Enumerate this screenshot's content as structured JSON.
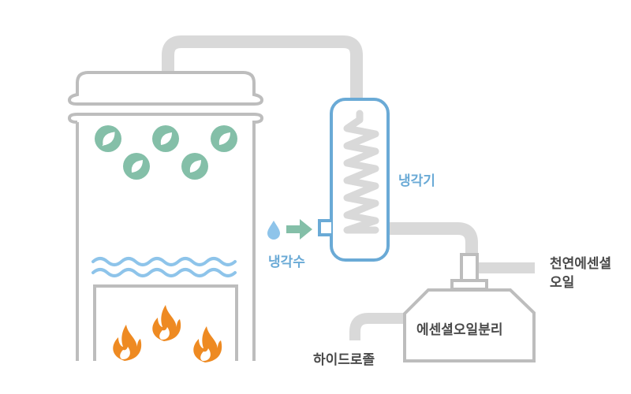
{
  "labels": {
    "condenser": "냉각기",
    "cooling_water": "냉각수",
    "essential_oil_line1": "천연에센셜",
    "essential_oil_line2": "오일",
    "separator": "에센셜오일분리",
    "hydrosol": "하이드로졸"
  },
  "colors": {
    "pipe": "#d9d9d9",
    "outline": "#bdbdbd",
    "condenser": "#6aaad6",
    "leaf": "#84bfa8",
    "water": "#8ec4ea",
    "flame": "#ee8a22",
    "arrow": "#84bfa8"
  }
}
